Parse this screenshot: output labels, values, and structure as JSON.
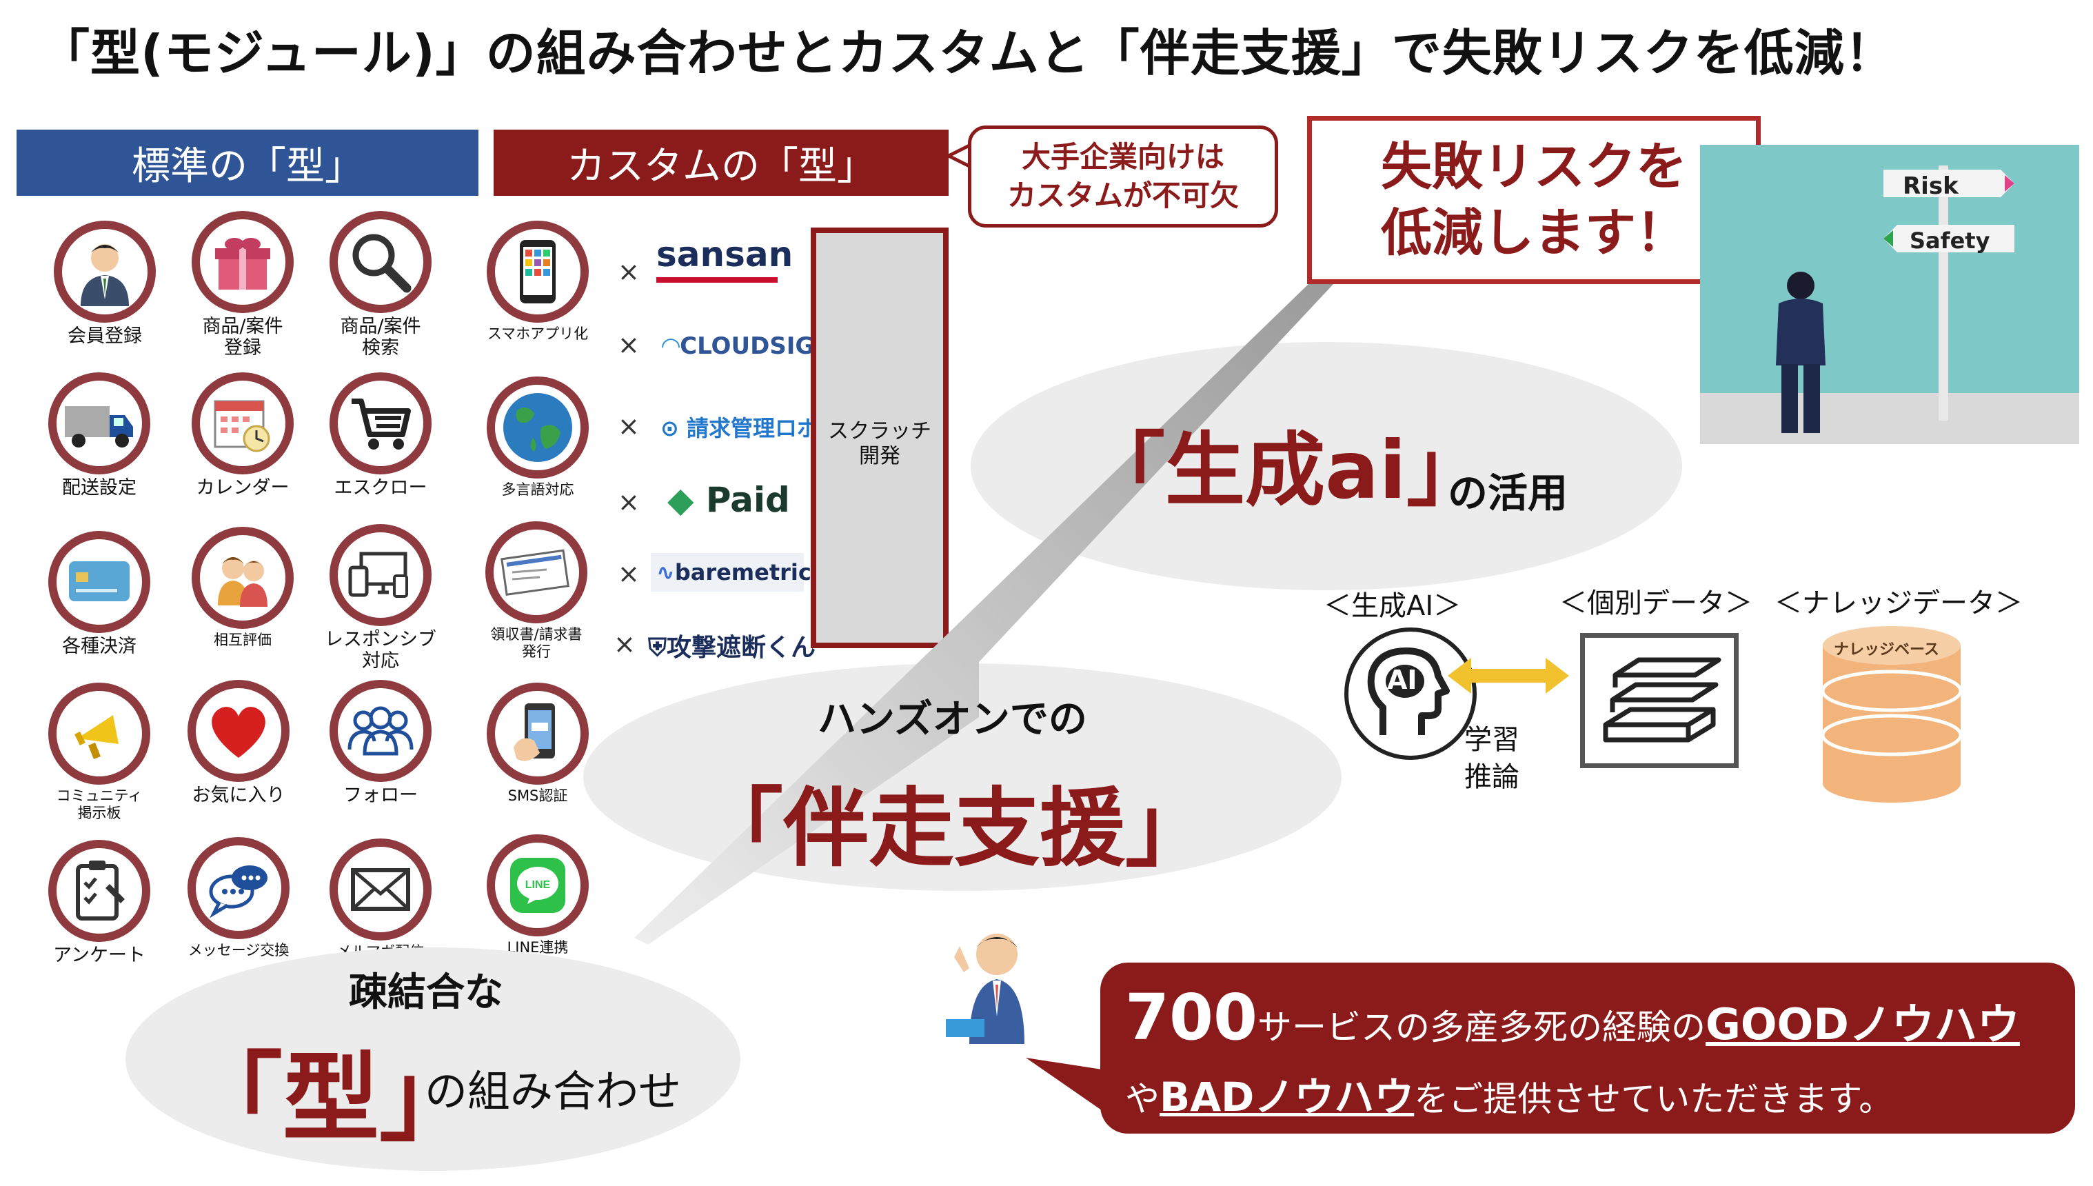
{
  "title": "「型(モジュール)」の組み合わせとカスタムと「伴走支援」で失敗リスクを低減！",
  "headers": {
    "standard": "標準の「型」",
    "custom": "カスタムの「型」"
  },
  "callout": {
    "line1": "大手企業向けは",
    "line2": "カスタムが不可欠"
  },
  "standard_modules": [
    {
      "label": "会員登録",
      "icon": "businessman-icon"
    },
    {
      "label": "商品/案件\n登録",
      "icon": "gift-box-icon"
    },
    {
      "label": "商品/案件\n検索",
      "icon": "magnifier-icon"
    },
    {
      "label": "配送設定",
      "icon": "truck-icon"
    },
    {
      "label": "カレンダー",
      "icon": "calendar-icon"
    },
    {
      "label": "エスクロー",
      "icon": "cart-icon"
    },
    {
      "label": "各種決済",
      "icon": "credit-card-icon"
    },
    {
      "label": "相互評価",
      "icon": "two-people-icon"
    },
    {
      "label": "レスポンシブ\n対応",
      "icon": "devices-icon"
    },
    {
      "label": "コミュニティ\n掲示板",
      "icon": "megaphone-icon"
    },
    {
      "label": "お気に入り",
      "icon": "heart-icon"
    },
    {
      "label": "フォロー",
      "icon": "users-icon"
    },
    {
      "label": "アンケート",
      "icon": "clipboard-icon"
    },
    {
      "label": "メッセージ交換",
      "icon": "chat-icon"
    },
    {
      "label": "メルマガ配信",
      "icon": "envelope-icon"
    }
  ],
  "custom_modules": [
    {
      "label": "スマホアプリ化",
      "icon": "smartphone-icon"
    },
    {
      "label": "多言語対応",
      "icon": "globe-icon"
    },
    {
      "label": "領収書/請求書\n発行",
      "icon": "receipt-icon"
    },
    {
      "label": "SMS認証",
      "icon": "sms-phone-icon"
    },
    {
      "label": "LINE連携",
      "icon": "line-icon"
    }
  ],
  "times_symbol": "×",
  "partners": [
    "sansan",
    "CLOUDSIGN",
    "請求管理ロボ",
    "Paid",
    "baremetrics",
    "攻撃遮断くん"
  ],
  "scratch": "スクラッチ\n開発",
  "risk_box": {
    "line1": "失敗リスクを",
    "line2": "低減します！"
  },
  "risk_image": {
    "risk": "Risk",
    "safety": "Safety"
  },
  "gen_ai": {
    "main": "「生成ai」",
    "suffix": "の活用"
  },
  "ai_diagram": {
    "gen_ai": "＜生成AI＞",
    "individual": "＜個別データ＞",
    "knowledge": "＜ナレッジデータ＞",
    "ai_badge": "AI",
    "db_label": "ナレッジベース",
    "learn": "学習",
    "infer": "推論"
  },
  "handson": {
    "pre": "ハンズオンでの",
    "main": "「伴走支援」"
  },
  "loose": {
    "pre": "疎結合な",
    "main": "「型」",
    "suffix": "の組み合わせ"
  },
  "bubble": {
    "number": "700",
    "t1": "サービスの多産多死の経験の",
    "good": "GOODノウハウ",
    "t2": "や",
    "bad": "BADノウハウ",
    "t3": "をご提供させていただきます。"
  },
  "colors": {
    "brand_red": "#8b1a1a",
    "std_blue": "#2f5597",
    "ring": "#8e3a3f"
  }
}
